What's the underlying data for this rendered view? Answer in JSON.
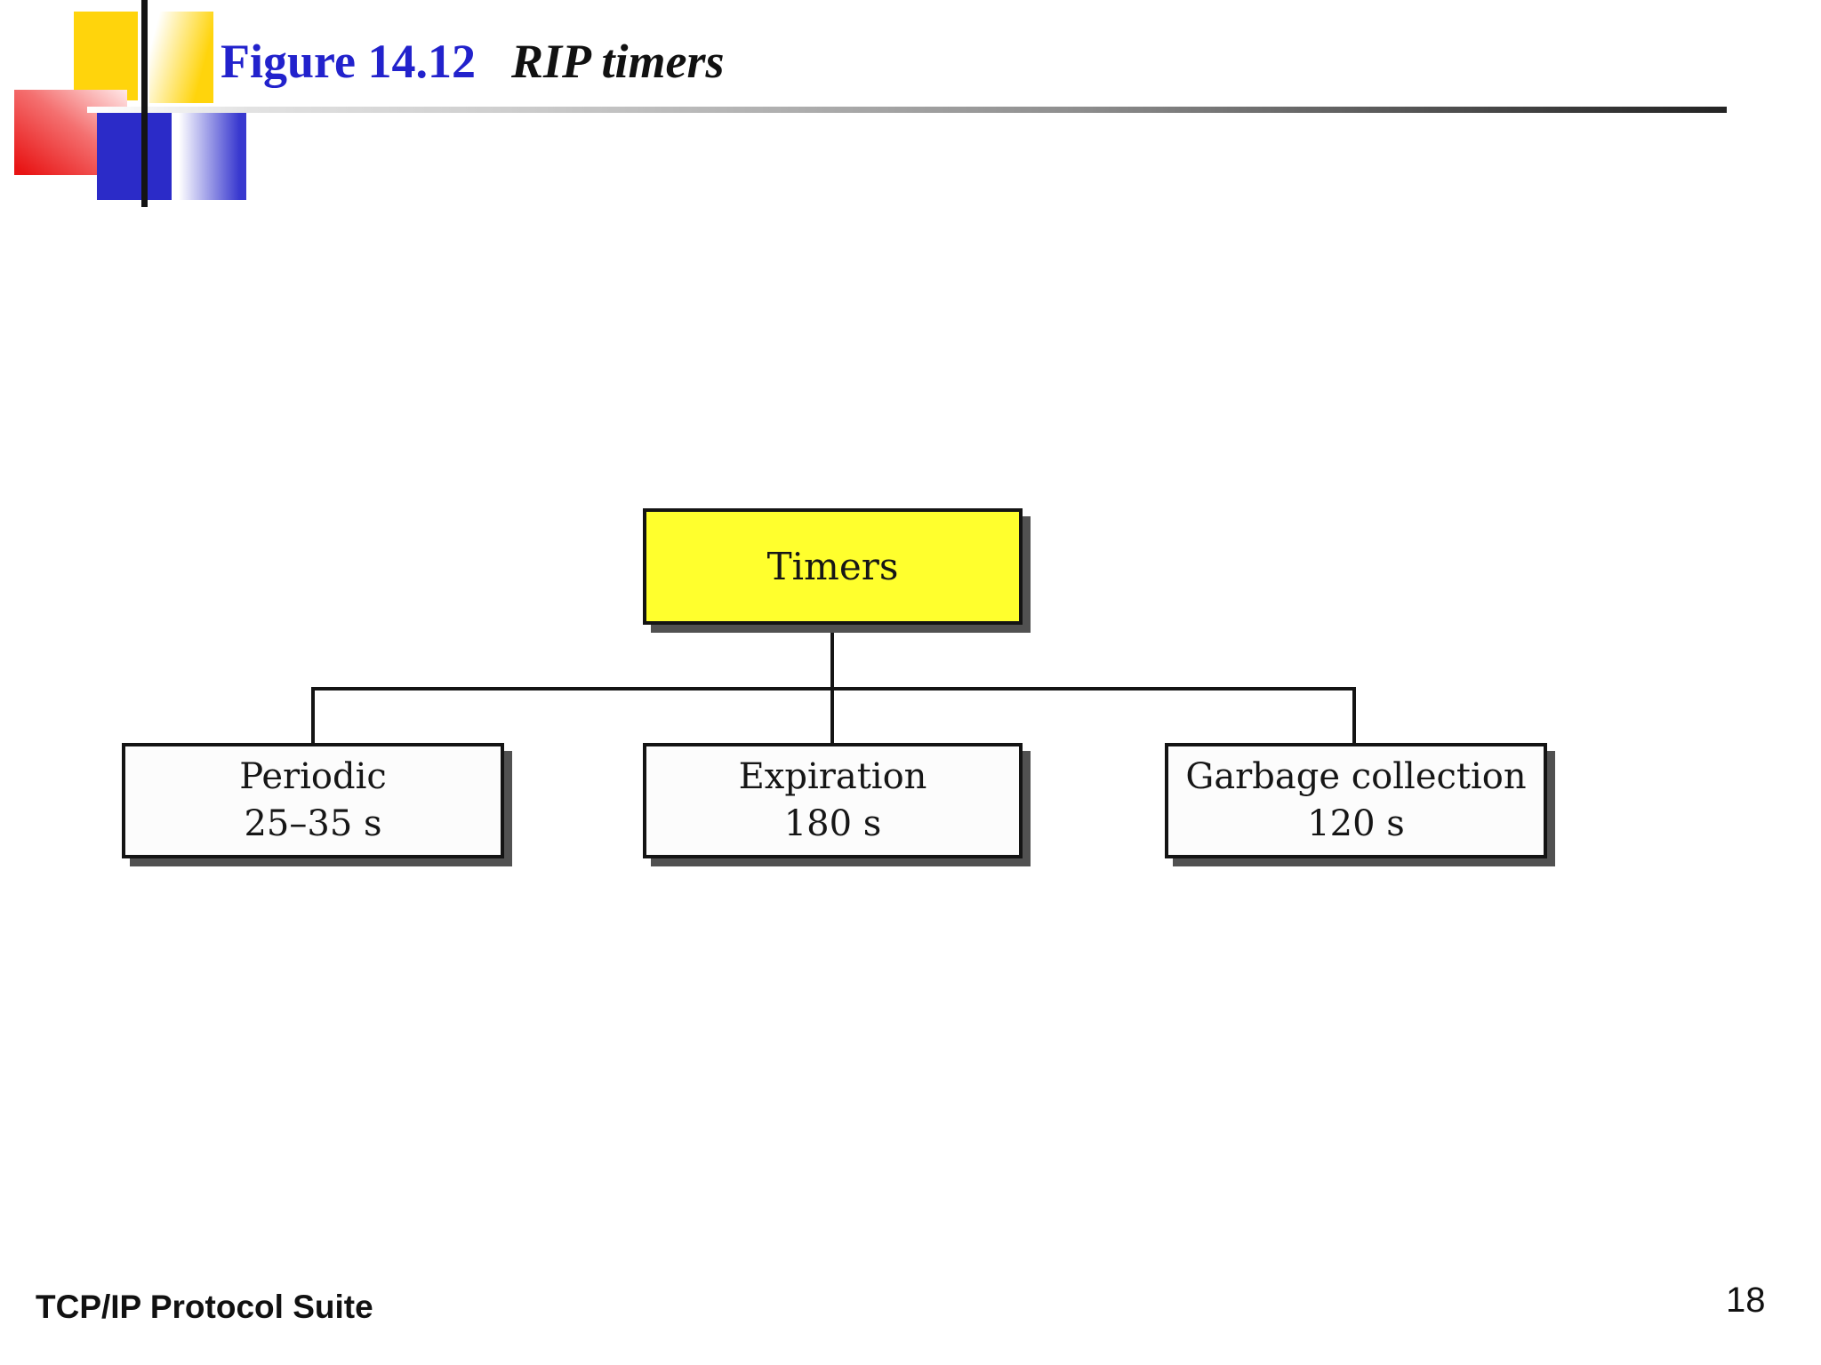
{
  "header": {
    "figure_label": "Figure 14.12",
    "figure_title": "RIP timers"
  },
  "diagram": {
    "root": {
      "label": "Timers"
    },
    "children": [
      {
        "label": "Periodic",
        "value": "25–35 s"
      },
      {
        "label": "Expiration",
        "value": "180 s"
      },
      {
        "label": "Garbage collection",
        "value": "120 s"
      }
    ]
  },
  "footer": {
    "book_title": "TCP/IP Protocol Suite",
    "page_number": "18"
  },
  "colors": {
    "figure_label_blue": "#2222CC",
    "root_box_fill": "#FFFF2D",
    "child_box_fill": "#FCFCFC",
    "line_color": "#141414",
    "box_shadow_gray": "#515151",
    "logo_gold": "#FFD40C",
    "logo_red": "#E81414",
    "logo_blue": "#2B2BC8"
  }
}
